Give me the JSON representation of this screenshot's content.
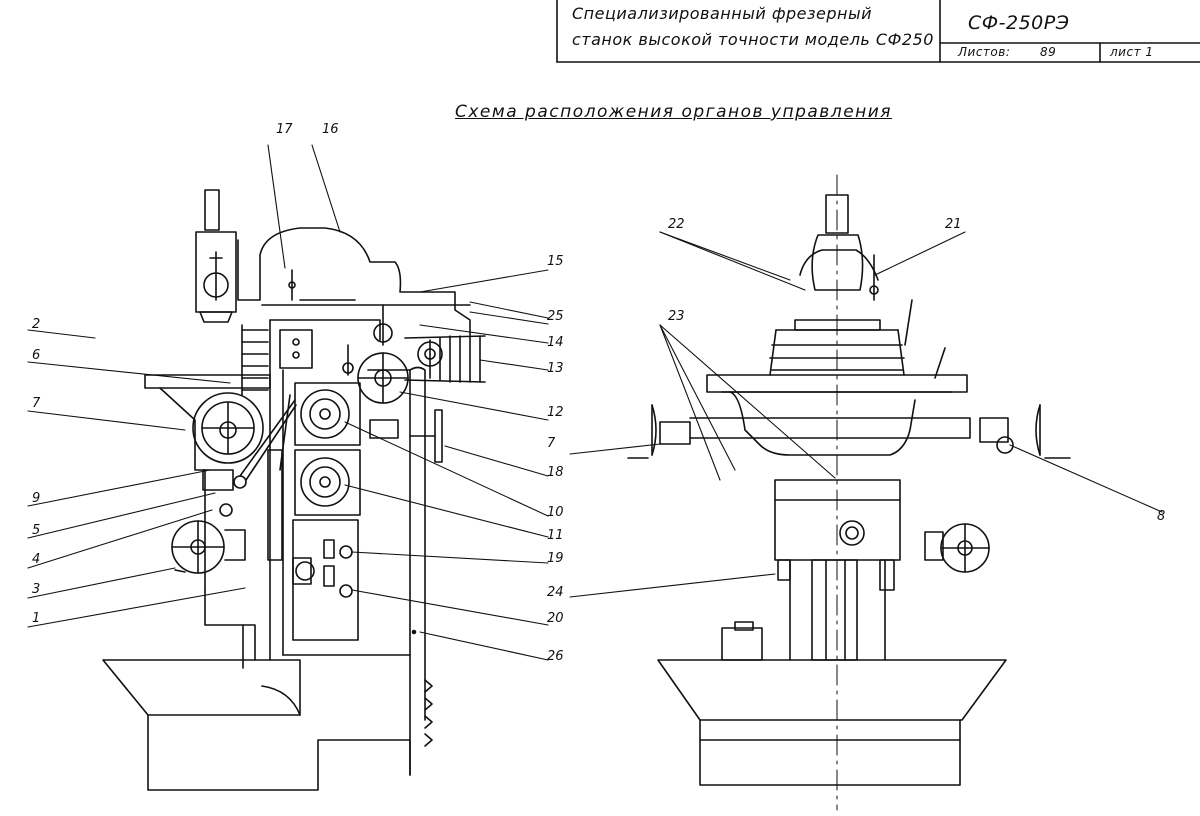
{
  "title_block": {
    "description_line1": "Специализированный фрезерный",
    "description_line2": "станок высокой точности модель СФ250",
    "model_code": "СФ-250РЭ",
    "sheets_label": "Листов:",
    "sheets_count": "89",
    "sheet_label": "лист 1"
  },
  "drawing_title": "Схема расположения органов управления",
  "callouts": {
    "c1": "1",
    "c2": "2",
    "c3": "3",
    "c4": "4",
    "c5": "5",
    "c6": "6",
    "c7_left": "7",
    "c7_right": "7",
    "c8": "8",
    "c9": "9",
    "c10": "10",
    "c11": "11",
    "c12": "12",
    "c13": "13",
    "c14": "14",
    "c15": "15",
    "c16": "16",
    "c17": "17",
    "c18": "18",
    "c19": "19",
    "c20": "20",
    "c21": "21",
    "c22": "22",
    "c23": "23",
    "c24": "24",
    "c25": "25",
    "c26": "26"
  }
}
